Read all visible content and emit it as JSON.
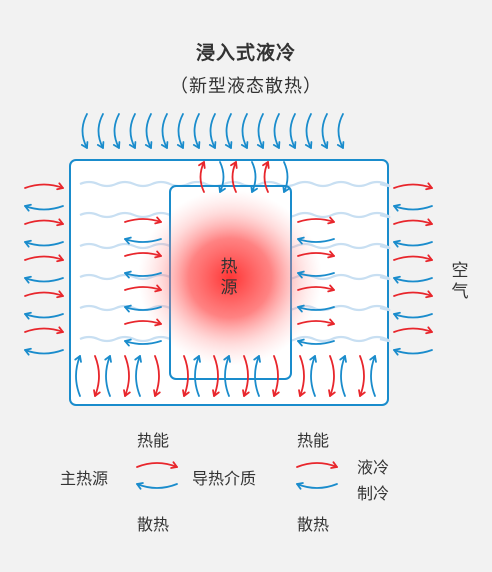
{
  "title": "浸入式液冷",
  "subtitle": "（新型液态散热）",
  "labels": {
    "heat_source": "热源",
    "air": "空气"
  },
  "legend": {
    "item1": {
      "top": "热能",
      "left": "主热源",
      "bottom": "散热"
    },
    "item2": {
      "top": "热能",
      "left": "导热介质",
      "bottom": "散热"
    },
    "item3": {
      "right": "液冷制冷"
    }
  },
  "colors": {
    "hot": "#e8262c",
    "cold": "#1a8ccc",
    "medium_wave": "#c8dff2",
    "box_stroke": "#1a8ccc",
    "glow": "#ff3b3b"
  }
}
